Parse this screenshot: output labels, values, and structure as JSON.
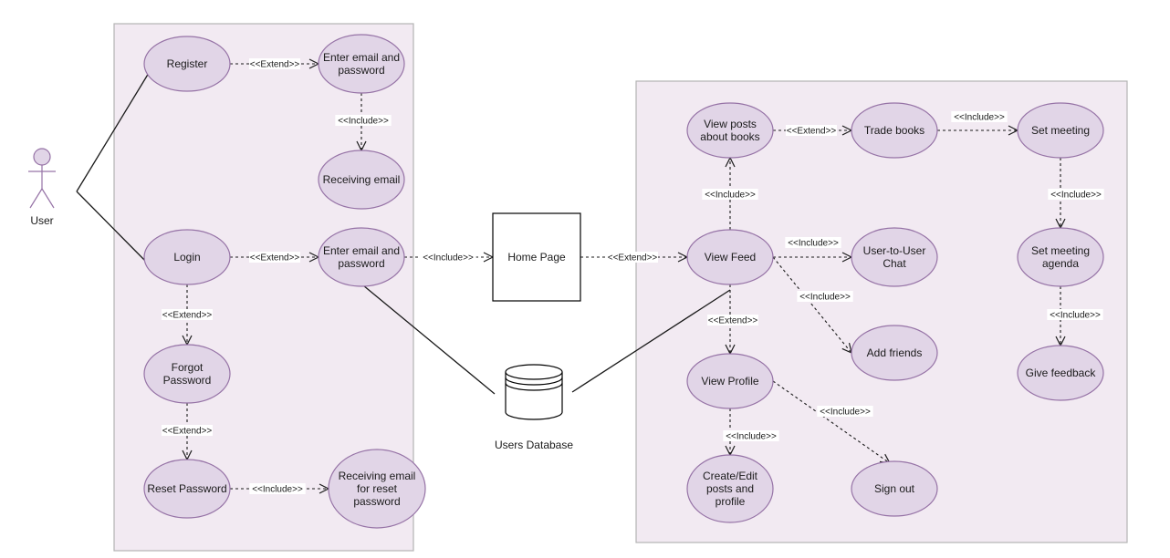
{
  "colors": {
    "boundary_fill": "#f2eaf2",
    "boundary_stroke": "#b3b3b3",
    "usecase_fill": "#e1d5e7",
    "usecase_stroke": "#9673a6",
    "line": "#1a1a1a"
  },
  "actor": {
    "label": "User"
  },
  "use_cases": {
    "register": "Register",
    "enter_email_1": "Enter email and\npassword",
    "receiving_email": "Receiving email",
    "login": "Login",
    "enter_email_2": "Enter email and\npassword",
    "forgot_password": "Forgot\nPassword",
    "reset_password": "Reset Password",
    "receiving_reset": "Receiving email\nfor reset\npassword",
    "view_posts": "View posts\nabout books",
    "trade_books": "Trade books",
    "set_meeting": "Set meeting",
    "view_feed": "View Feed",
    "user_chat": "User-to-User\nChat",
    "set_agenda": "Set meeting\nagenda",
    "add_friends": "Add friends",
    "view_profile": "View Profile",
    "give_feedback": "Give feedback",
    "create_edit": "Create/Edit\nposts and\nprofile",
    "sign_out": "Sign out"
  },
  "home_page": "Home Page",
  "database": "Users Database",
  "relations": {
    "extend": "<<Extend>>",
    "include": "<<Include>>"
  }
}
